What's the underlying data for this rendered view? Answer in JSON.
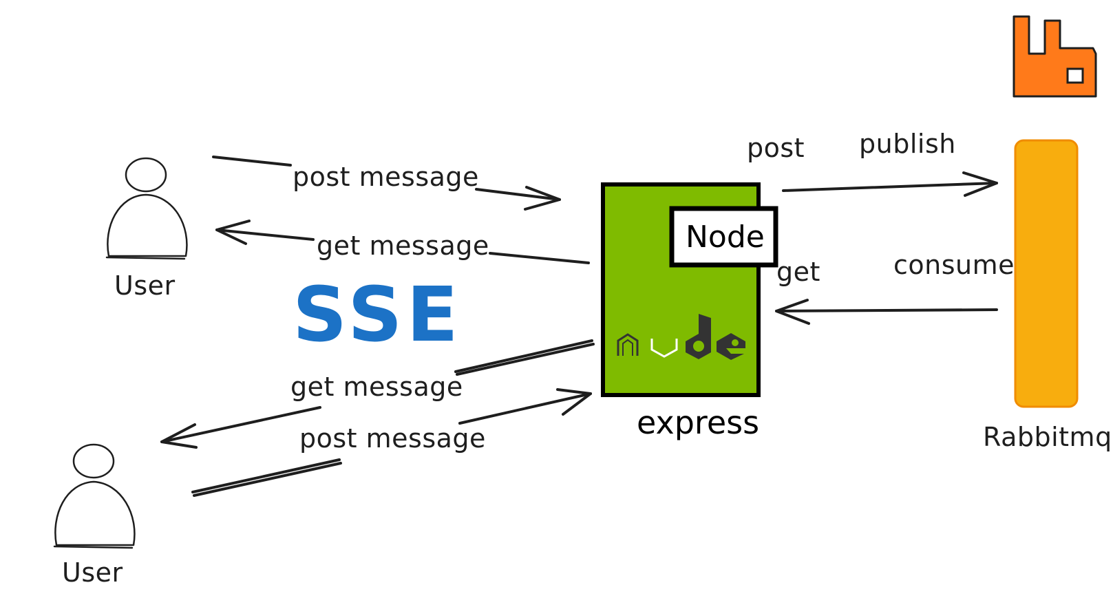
{
  "labels": {
    "user_top": "User",
    "user_bottom": "User",
    "post_message_top": "post message",
    "get_message_top": "get message",
    "get_message_bottom": "get message",
    "post_message_bottom": "post message",
    "sse": "SSE",
    "node_box": "Node",
    "node_logo": "node",
    "express": "express",
    "post": "post",
    "publish": "publish",
    "get": "get",
    "consume": "consume",
    "rabbitmq": "Rabbitmq"
  },
  "icons": {
    "user": "user-icon",
    "rabbitmq_logo": "rabbitmq-logo-icon",
    "node_logo": "nodejs-logo-icon"
  },
  "colors": {
    "server_green": "#7fbb00",
    "queue_orange": "#f8ad0e",
    "rabbitmq_brand": "#ff7a1a",
    "sse_blue": "#1c72c6",
    "ink": "#1e1e1e",
    "node_dark": "#333333",
    "node_accent": "#7fbb00"
  }
}
